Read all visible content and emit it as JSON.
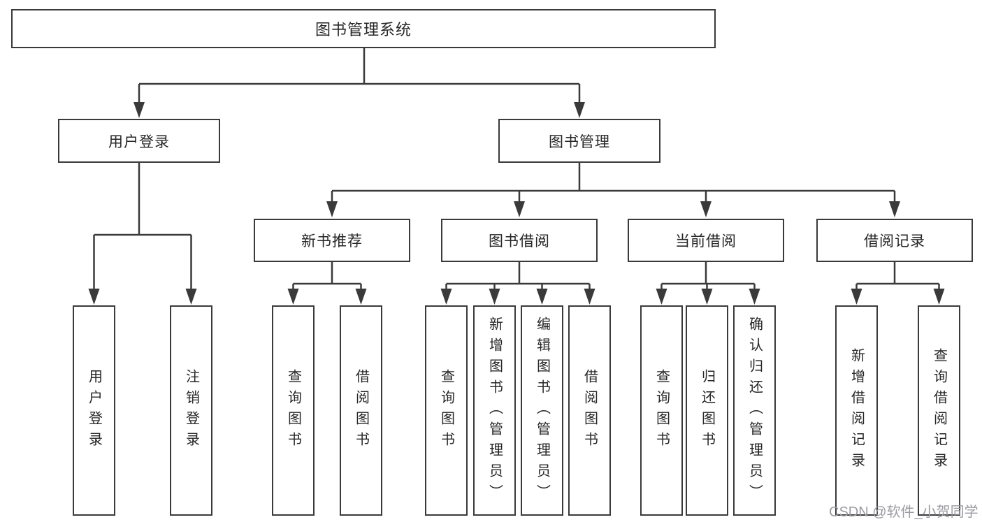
{
  "diagram": {
    "root": {
      "label": "图书管理系统"
    },
    "branches": [
      {
        "label": "用户登录"
      },
      {
        "label": "图书管理"
      }
    ],
    "modules": [
      {
        "label": "新书推荐"
      },
      {
        "label": "图书借阅"
      },
      {
        "label": "当前借阅"
      },
      {
        "label": "借阅记录"
      }
    ],
    "functions": [
      {
        "label": "用户登录"
      },
      {
        "label": "注销登录"
      },
      {
        "label": "查询图书"
      },
      {
        "label": "借阅图书"
      },
      {
        "label": "查询图书"
      },
      {
        "label": "新增图书（管理员）"
      },
      {
        "label": "编辑图书（管理员）"
      },
      {
        "label": "借阅图书"
      },
      {
        "label": "查询图书"
      },
      {
        "label": "归还图书"
      },
      {
        "label": "确认归还（管理员）"
      },
      {
        "label": "新增借阅记录"
      },
      {
        "label": "查询借阅记录"
      }
    ]
  },
  "watermark": {
    "text": "CSDN @软件_小贺同学"
  },
  "colors": {
    "line": "#3a3a3a",
    "text": "#262626",
    "watermark": "#9a9aa2",
    "background": "#ffffff"
  }
}
